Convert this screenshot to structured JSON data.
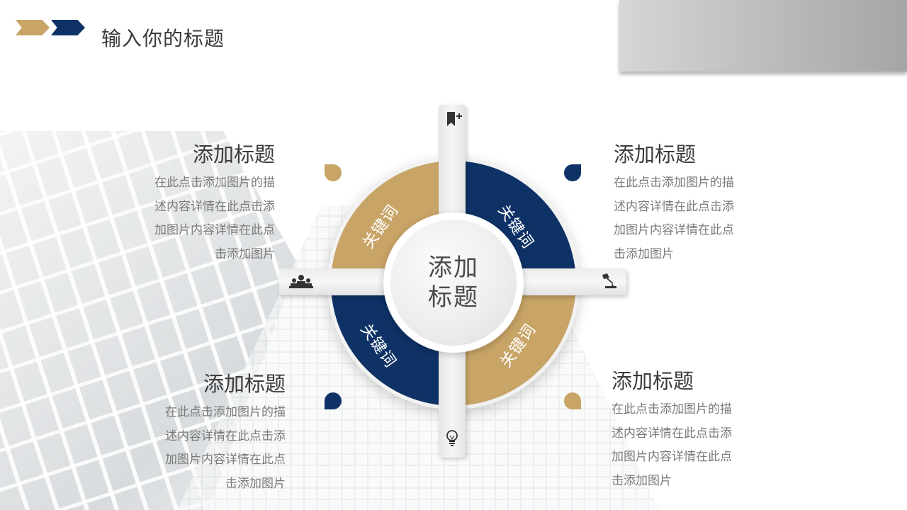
{
  "header": {
    "title": "输入你的标题",
    "chevron_colors": [
      "#c8a467",
      "#0e3266"
    ]
  },
  "colors": {
    "gold": "#c8a467",
    "navy": "#0e3266",
    "title_text": "#3c3c3c",
    "desc_text": "#7a7a7a"
  },
  "diagram": {
    "center": {
      "line1": "添加",
      "line2": "标题"
    },
    "quadrants": [
      {
        "position": "top-left",
        "label": "关键词",
        "color": "#c8a467"
      },
      {
        "position": "top-right",
        "label": "关键词",
        "color": "#0e3266"
      },
      {
        "position": "bottom-left",
        "label": "关键词",
        "color": "#0e3266"
      },
      {
        "position": "bottom-right",
        "label": "关键词",
        "color": "#c8a467"
      }
    ],
    "bar_icons": {
      "top": "bookmark-add-icon",
      "left": "team-icon",
      "right": "desk-lamp-icon",
      "bottom": "lightbulb-icon"
    }
  },
  "blocks": [
    {
      "title": "添加标题",
      "lines": [
        "在此点击添加图片的描",
        "述内容详情在此点击添",
        "加图片内容详情在此点",
        "击添加图片"
      ]
    },
    {
      "title": "添加标题",
      "lines": [
        "在此点击添加图片的描",
        "述内容详情在此点击添",
        "加图片内容详情在此点",
        "击添加图片"
      ]
    },
    {
      "title": "添加标题",
      "lines": [
        "在此点击添加图片的描",
        "述内容详情在此点击添",
        "加图片内容详情在此点",
        "击添加图片"
      ]
    },
    {
      "title": "添加标题",
      "lines": [
        "在此点击添加图片的描",
        "述内容详情在此点击添",
        "加图片内容详情在此点",
        "击添加图片"
      ]
    }
  ]
}
